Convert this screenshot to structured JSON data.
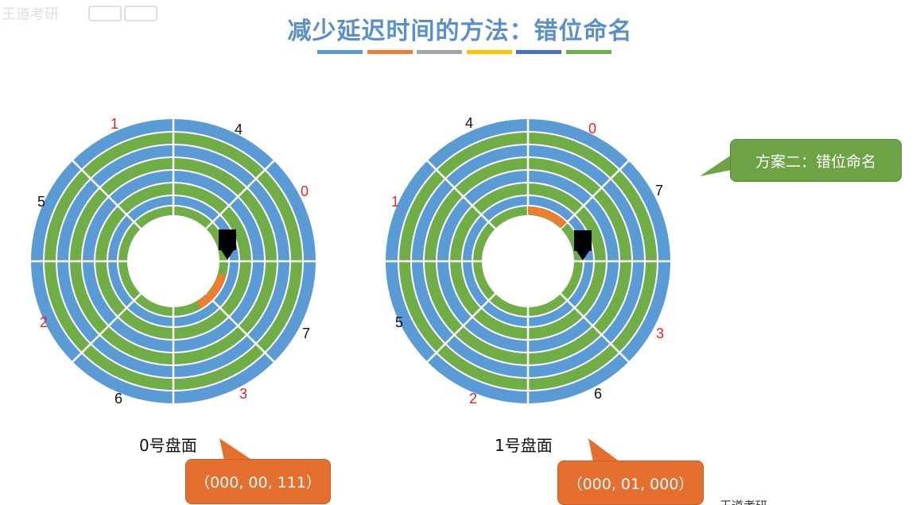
{
  "watermark": "王道考研",
  "title": "减少延迟时间的方法：错位命名",
  "title_bar_colors": [
    "#5b9bd5",
    "#ed7d31",
    "#a5a5a5",
    "#ffc000",
    "#4472c4",
    "#70ad47"
  ],
  "colors": {
    "track_blue": "#5b9bd5",
    "track_green": "#70ad47",
    "highlight": "#ed7d31",
    "head": "#000000",
    "callout_green": "#6ea345",
    "callout_orange": "#e56f2f"
  },
  "disks": [
    {
      "label": "0号盘面",
      "address": "（000, 00, 111）",
      "sector_labels": [
        {
          "text": "1",
          "color": "red"
        },
        {
          "text": "4",
          "color": "black"
        },
        {
          "text": "0",
          "color": "red"
        },
        {
          "text": "5",
          "color": "black"
        },
        {
          "text": "2",
          "color": "red"
        },
        {
          "text": "7",
          "color": "black"
        },
        {
          "text": "6",
          "color": "black"
        },
        {
          "text": "3",
          "color": "red"
        }
      ]
    },
    {
      "label": "1号盘面",
      "address": "（000, 01, 000）",
      "sector_labels": [
        {
          "text": "4",
          "color": "black"
        },
        {
          "text": "0",
          "color": "red"
        },
        {
          "text": "1",
          "color": "red"
        },
        {
          "text": "7",
          "color": "black"
        },
        {
          "text": "5",
          "color": "black"
        },
        {
          "text": "3",
          "color": "red"
        },
        {
          "text": "2",
          "color": "red"
        },
        {
          "text": "6",
          "color": "black"
        }
      ]
    }
  ],
  "scheme_callout": "方案二：错位命名",
  "footer_partial": "王道考研"
}
